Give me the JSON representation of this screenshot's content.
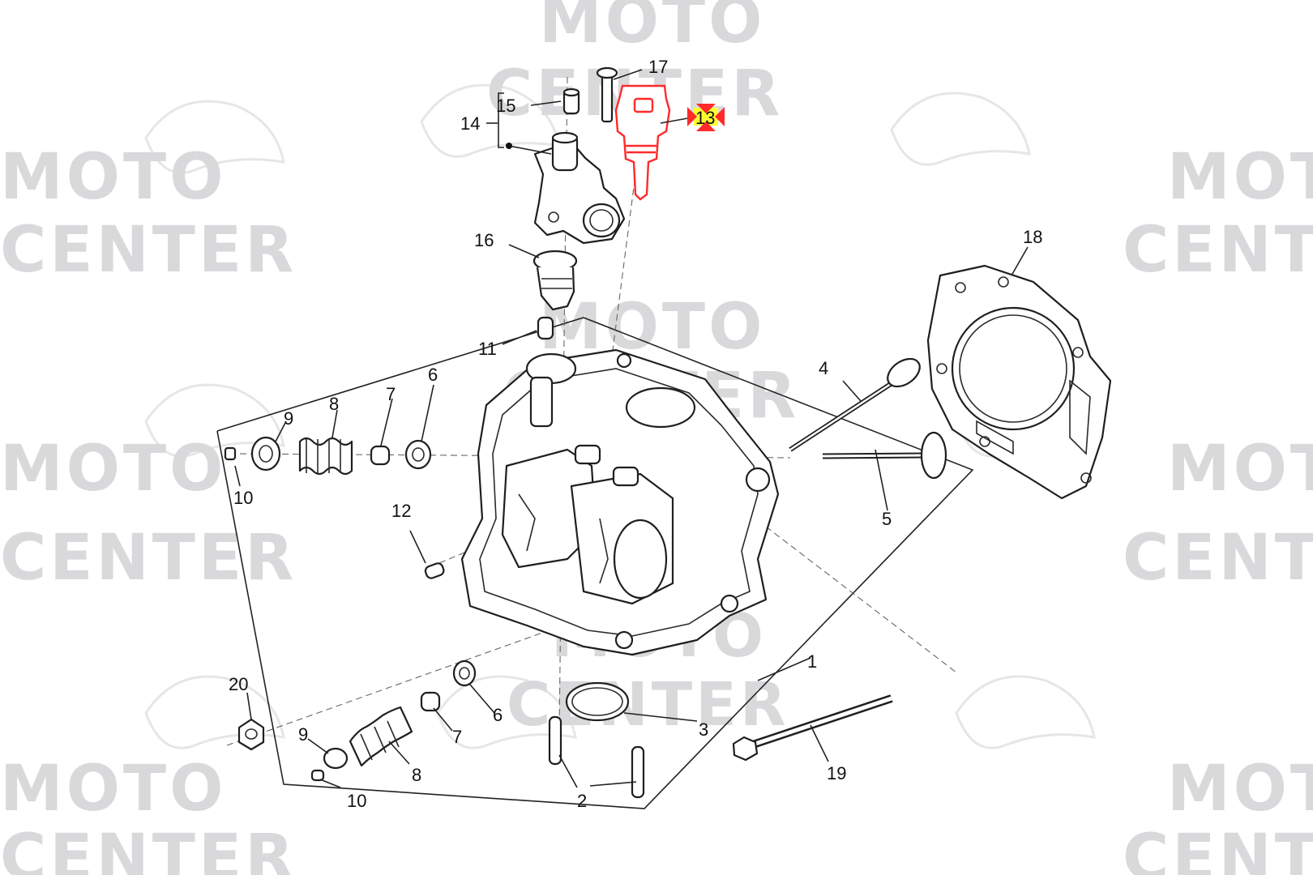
{
  "watermark": {
    "line1": "MOTO",
    "line2": "CENTER",
    "color": "#d9d9db"
  },
  "callouts": {
    "c1": "1",
    "c2": "2",
    "c3": "3",
    "c4": "4",
    "c5": "5",
    "c6a": "6",
    "c6b": "6",
    "c7a": "7",
    "c7b": "7",
    "c8a": "8",
    "c8b": "8",
    "c9a": "9",
    "c9b": "9",
    "c10a": "10",
    "c10b": "10",
    "c11": "11",
    "c12": "12",
    "c13": "13",
    "c14": "14",
    "c15": "15",
    "c16": "16",
    "c17": "17",
    "c18": "18",
    "c19": "19",
    "c20": "20"
  },
  "highlight": {
    "part": "13",
    "color": "#ff2a2a",
    "label_bg": "#ffff33"
  }
}
